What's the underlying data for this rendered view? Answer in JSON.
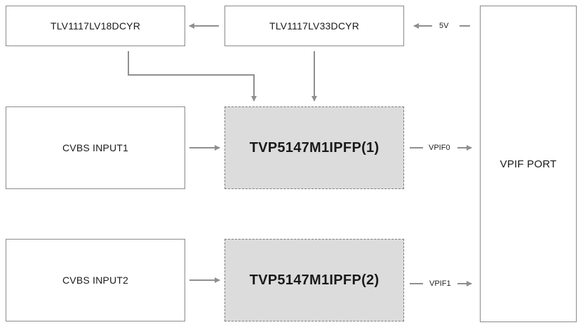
{
  "blocks": {
    "ldo18": "TLV1117LV18DCYR",
    "ldo33": "TLV1117LV33DCYR",
    "cvbs1": "CVBS INPUT1",
    "cvbs2": "CVBS INPUT2",
    "decoder1": "TVP5147M1IPFP(1)",
    "decoder2": "TVP5147M1IPFP(2)",
    "vpif_port": "VPIF PORT"
  },
  "signals": {
    "supply": "5V",
    "vpif0": "VPIF0",
    "vpif1": "VPIF1"
  },
  "colors": {
    "arrow": "#8f8f8f",
    "chip_fill": "#dddcdc",
    "border": "#8a8a8a"
  }
}
